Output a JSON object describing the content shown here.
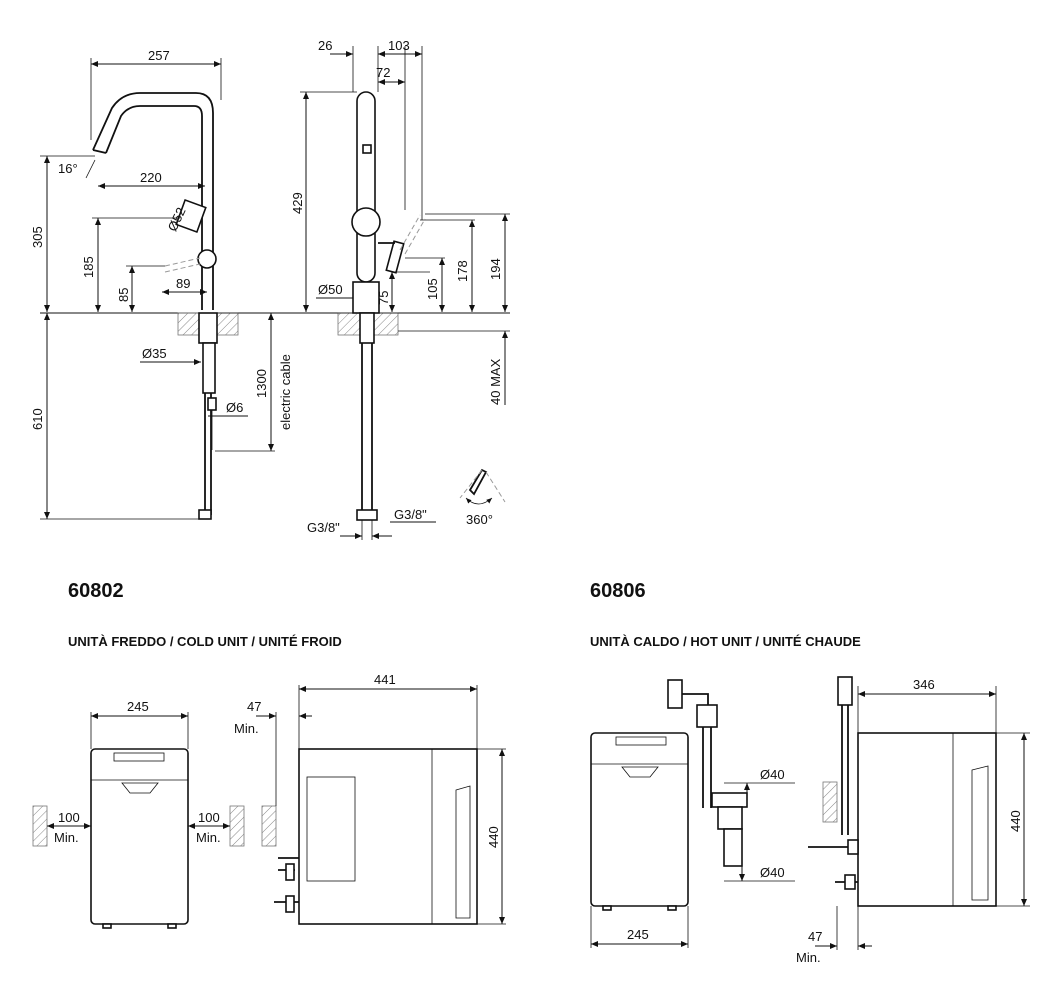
{
  "products": [
    {
      "code": "60802",
      "subtitle": "UNITÀ FREDDO / COLD UNIT / UNITÉ FROID"
    },
    {
      "code": "60806",
      "subtitle": "UNITÀ CALDO / HOT UNIT / UNITÉ CHAUDE"
    }
  ],
  "faucet_front": {
    "dims": {
      "width": "257",
      "reach": "220",
      "angle": "16°",
      "diameter_handle": "Ø52",
      "height_spout": "305",
      "height_handle": "185",
      "height_lever": "85",
      "lever_offset": "89",
      "below_deck": "610",
      "shank": "Ø35",
      "cable_dia": "Ø6",
      "cable_len": "1300",
      "cable_label": "electric cable"
    }
  },
  "faucet_side": {
    "dims": {
      "top_offset": "26",
      "top_total": "103",
      "top_inner": "72",
      "height_total": "429",
      "base": "Ø50",
      "h75": "75",
      "h105": "105",
      "h178": "178",
      "h194": "194",
      "deck_max": "40 MAX",
      "thread_left": "G3/8\"",
      "thread_right": "G3/8\"",
      "rotation": "360°"
    }
  },
  "cold_unit": {
    "front": {
      "width": "245",
      "gap_left": "100",
      "gap_right": "100",
      "min_label": "Min."
    },
    "side": {
      "depth": "441",
      "gap": "47",
      "min_label": "Min.",
      "height": "440"
    }
  },
  "hot_unit": {
    "front": {
      "width": "245",
      "pipe_top": "Ø40",
      "pipe_bottom": "Ø40"
    },
    "side": {
      "depth": "346",
      "height": "440",
      "gap": "47",
      "min_label": "Min."
    }
  }
}
